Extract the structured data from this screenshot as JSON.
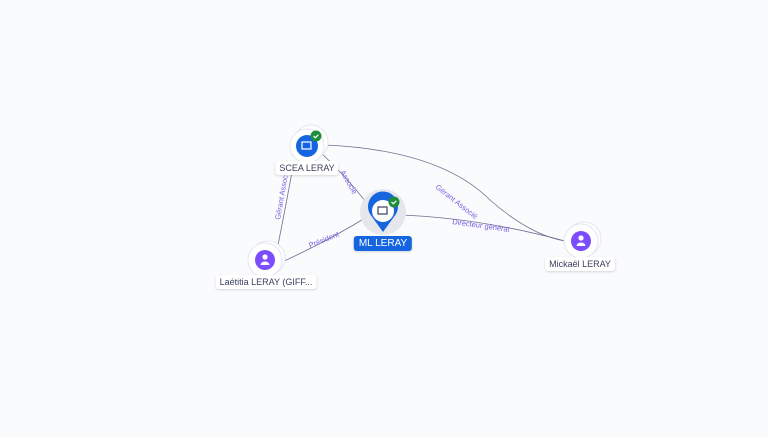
{
  "colors": {
    "company": "#1565e0",
    "person": "#7c4dff",
    "edge": "#6b7190",
    "edge_label": "#7b5fe0",
    "verified": "#1e8e3e"
  },
  "nodes": [
    {
      "id": "scea",
      "label": "SCEA LERAY",
      "type": "company",
      "icon": "building-icon",
      "verified": true
    },
    {
      "id": "ml",
      "label": "ML LERAY",
      "type": "company",
      "icon": "building-icon",
      "verified": true,
      "focused": true
    },
    {
      "id": "laetitia",
      "label": "Laétitia LERAY (GIFF...",
      "type": "person",
      "icon": "person-icon"
    },
    {
      "id": "mickael",
      "label": "Mickaël LERAY",
      "type": "person",
      "icon": "person-icon"
    }
  ],
  "edges": [
    {
      "from": "scea",
      "to": "ml",
      "label": "Associé"
    },
    {
      "from": "mickael",
      "to": "scea",
      "label": "Gérant Associé"
    },
    {
      "from": "laetitia",
      "to": "scea",
      "label": "Gérant Associé"
    },
    {
      "from": "laetitia",
      "to": "ml",
      "label": "Président"
    },
    {
      "from": "mickael",
      "to": "ml",
      "label": "Directeur général"
    }
  ]
}
